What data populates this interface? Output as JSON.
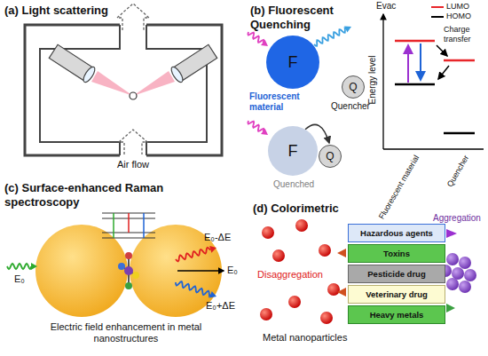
{
  "diagram": {
    "nodes": [
      {
        "text": [
          "F"
        ]
      },
      {
        "text": [
          "Q"
        ]
      },
      {
        "text": [
          "F"
        ]
      },
      {
        "text": [
          "Q"
        ]
      },
      {
        "text": [
          "Hazardous agents"
        ]
      },
      {
        "text": [
          "Toxins"
        ]
      },
      {
        "text": [
          "Pesticide drug"
        ]
      },
      {
        "text": [
          "Veterinary drug"
        ]
      },
      {
        "text": [
          "Heavy metals"
        ]
      }
    ],
    "edges": [
      {
        "from": 2,
        "to": 3,
        "arrow": "to"
      }
    ],
    "labels": [
      "(a) Light scattering",
      "Air flow",
      "(b) Fluorescent Quenching",
      "Fluorescent material",
      "Quencher",
      "Quenched",
      "Evac",
      "Energy level",
      "Charge transfer",
      "Fluorescent material",
      "Quencher",
      "(c) Surface-enhanced Raman spectroscopy",
      "E₀",
      "E₀-ΔE",
      "E₀",
      "E₀+ΔE",
      "Electric field enhancement in metal nanostructures",
      "(d) Colorimetric",
      "Aggregation",
      "Disaggregation",
      "Metal nanoparticles"
    ],
    "legend": [
      {
        "text": "LUMO",
        "color": "#e8262a"
      },
      {
        "text": "HOMO",
        "color": "#000000"
      }
    ]
  }
}
